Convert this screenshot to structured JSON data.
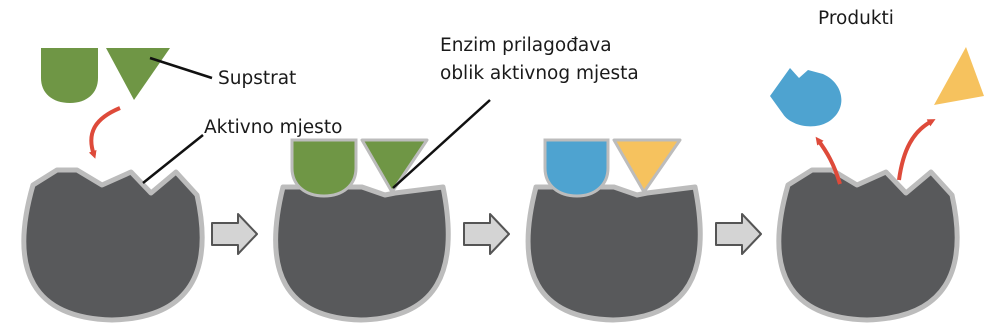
{
  "labels": {
    "substrate": "Supstrat",
    "active_site": "Aktivno mjesto",
    "induced_fit_line1": "Enzim prilagođava",
    "induced_fit_line2": "oblik aktivnog mjesta",
    "products": "Produkti"
  },
  "colors": {
    "enzyme": "#58595b",
    "enzyme_outline": "#bcbcbc",
    "substrate": "#6f9645",
    "product_semicircle": "#4ea3d0",
    "product_triangle": "#f6c25e",
    "arrow_red": "#de4a3a",
    "step_arrow": "#d4d4d4"
  },
  "stages": [
    "enzyme-with-approaching-substrate",
    "enzyme-substrate-complex",
    "substrate-converted",
    "products-released"
  ]
}
